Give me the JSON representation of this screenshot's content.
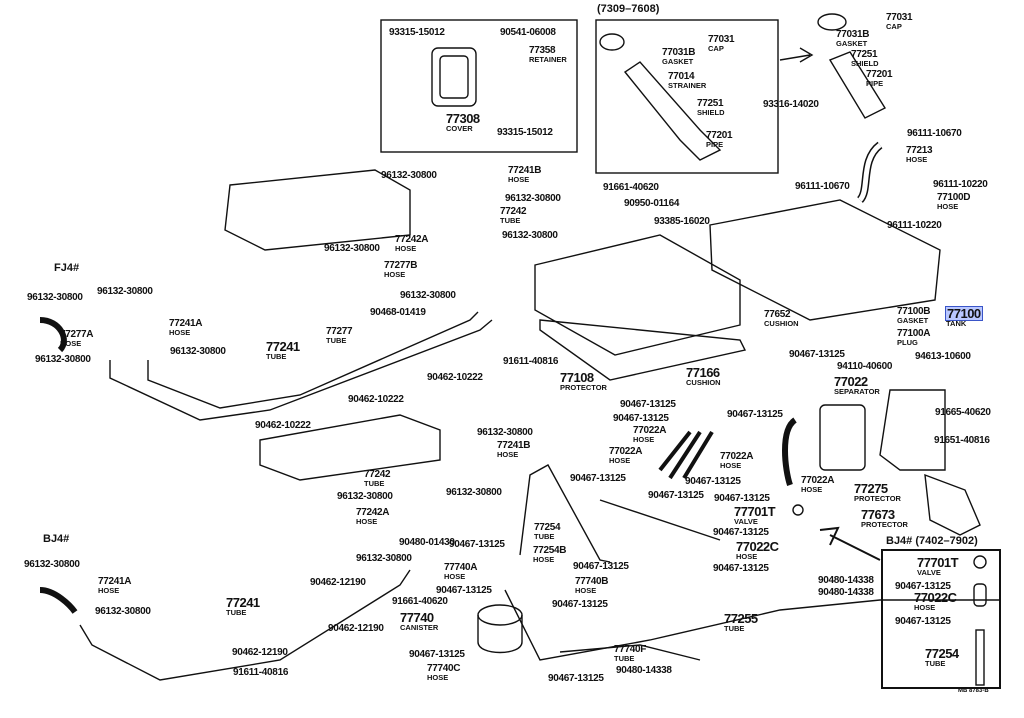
{
  "headers": {
    "variant_top": "(7309–7608)",
    "fj4": "FJ4#",
    "bj4": "BJ4#",
    "bj4_box": "BJ4# (7402–7902)",
    "drawing_code": "MB 8783-B"
  },
  "highlight_color": "#b9c7ff",
  "labels": [
    {
      "num": "93315-15012",
      "name": ""
    },
    {
      "num": "90541-06008",
      "name": ""
    },
    {
      "num": "77358",
      "name": "RETAINER"
    },
    {
      "num": "77308",
      "name": "COVER"
    },
    {
      "num": "93315-15012",
      "name": ""
    },
    {
      "num": "77031",
      "name": "CAP"
    },
    {
      "num": "77031B",
      "name": "GASKET"
    },
    {
      "num": "77014",
      "name": "STRAINER"
    },
    {
      "num": "77251",
      "name": "SHIELD"
    },
    {
      "num": "77201",
      "name": "PIPE"
    },
    {
      "num": "77031",
      "name": "CAP"
    },
    {
      "num": "77031B",
      "name": "GASKET"
    },
    {
      "num": "77251",
      "name": "SHIELD"
    },
    {
      "num": "77201",
      "name": "PIPE"
    },
    {
      "num": "93316-14020",
      "name": ""
    },
    {
      "num": "96111-10670",
      "name": ""
    },
    {
      "num": "77213",
      "name": "HOSE"
    },
    {
      "num": "96111-10670",
      "name": ""
    },
    {
      "num": "96111-10220",
      "name": ""
    },
    {
      "num": "77100D",
      "name": "HOSE"
    },
    {
      "num": "96111-10220",
      "name": ""
    },
    {
      "num": "96132-30800",
      "name": ""
    },
    {
      "num": "77241B",
      "name": "HOSE"
    },
    {
      "num": "96132-30800",
      "name": ""
    },
    {
      "num": "77242",
      "name": "TUBE"
    },
    {
      "num": "96132-30800",
      "name": ""
    },
    {
      "num": "77242A",
      "name": "HOSE"
    },
    {
      "num": "96132-30800",
      "name": ""
    },
    {
      "num": "77277B",
      "name": "HOSE"
    },
    {
      "num": "96132-30800",
      "name": ""
    },
    {
      "num": "90468-01419",
      "name": ""
    },
    {
      "num": "91661-40620",
      "name": ""
    },
    {
      "num": "90950-01164",
      "name": ""
    },
    {
      "num": "93385-16020",
      "name": ""
    },
    {
      "num": "77652",
      "name": "CUSHION"
    },
    {
      "num": "77100B",
      "name": "GASKET"
    },
    {
      "num": "77100",
      "name": "TANK"
    },
    {
      "num": "77100A",
      "name": "PLUG"
    },
    {
      "num": "77108",
      "name": "PROTECTOR"
    },
    {
      "num": "77166",
      "name": "CUSHION"
    },
    {
      "num": "91611-40816",
      "name": ""
    },
    {
      "num": "90462-10222",
      "name": ""
    },
    {
      "num": "90462-10222",
      "name": ""
    },
    {
      "num": "90462-10222",
      "name": ""
    },
    {
      "num": "96132-30800",
      "name": ""
    },
    {
      "num": "96132-30800",
      "name": ""
    },
    {
      "num": "77277A",
      "name": "HOSE"
    },
    {
      "num": "77241A",
      "name": "HOSE"
    },
    {
      "num": "96132-30800",
      "name": ""
    },
    {
      "num": "96132-30800",
      "name": ""
    },
    {
      "num": "77241",
      "name": "TUBE"
    },
    {
      "num": "77277",
      "name": "TUBE"
    },
    {
      "num": "96132-30800",
      "name": ""
    },
    {
      "num": "77241B",
      "name": "HOSE"
    },
    {
      "num": "77242",
      "name": "TUBE"
    },
    {
      "num": "96132-30800",
      "name": ""
    },
    {
      "num": "96132-30800",
      "name": ""
    },
    {
      "num": "77242A",
      "name": "HOSE"
    },
    {
      "num": "90480-01430",
      "name": ""
    },
    {
      "num": "96132-30800",
      "name": ""
    },
    {
      "num": "90462-12190",
      "name": ""
    },
    {
      "num": "96132-30800",
      "name": ""
    },
    {
      "num": "77241A",
      "name": "HOSE"
    },
    {
      "num": "96132-30800",
      "name": ""
    },
    {
      "num": "77241",
      "name": "TUBE"
    },
    {
      "num": "90462-12190",
      "name": ""
    },
    {
      "num": "90462-12190",
      "name": ""
    },
    {
      "num": "91611-40816",
      "name": ""
    },
    {
      "num": "77254",
      "name": "TUBE"
    },
    {
      "num": "77254B",
      "name": "HOSE"
    },
    {
      "num": "90467-13125",
      "name": ""
    },
    {
      "num": "77740A",
      "name": "HOSE"
    },
    {
      "num": "90467-13125",
      "name": ""
    },
    {
      "num": "77740B",
      "name": "HOSE"
    },
    {
      "num": "90467-13125",
      "name": ""
    },
    {
      "num": "91661-40620",
      "name": ""
    },
    {
      "num": "90467-13125",
      "name": ""
    },
    {
      "num": "77740",
      "name": "CANISTER"
    },
    {
      "num": "90467-13125",
      "name": ""
    },
    {
      "num": "77740F",
      "name": "TUBE"
    },
    {
      "num": "77740C",
      "name": "HOSE"
    },
    {
      "num": "90480-14338",
      "name": ""
    },
    {
      "num": "90467-13125",
      "name": ""
    },
    {
      "num": "90467-13125",
      "name": ""
    },
    {
      "num": "94613-10600",
      "name": ""
    },
    {
      "num": "94110-40600",
      "name": ""
    },
    {
      "num": "77022",
      "name": "SEPARATOR"
    },
    {
      "num": "91665-40620",
      "name": ""
    },
    {
      "num": "91651-40816",
      "name": ""
    },
    {
      "num": "90467-13125",
      "name": ""
    },
    {
      "num": "90467-13125",
      "name": ""
    },
    {
      "num": "90467-13125",
      "name": ""
    },
    {
      "num": "77022A",
      "name": "HOSE"
    },
    {
      "num": "77022A",
      "name": "HOSE"
    },
    {
      "num": "77022A",
      "name": "HOSE"
    },
    {
      "num": "90467-13125",
      "name": ""
    },
    {
      "num": "90467-13125",
      "name": ""
    },
    {
      "num": "90467-13125",
      "name": ""
    },
    {
      "num": "77022A",
      "name": "HOSE"
    },
    {
      "num": "77275",
      "name": "PROTECTOR"
    },
    {
      "num": "90467-13125",
      "name": ""
    },
    {
      "num": "77701T",
      "name": "VALVE"
    },
    {
      "num": "77673",
      "name": "PROTECTOR"
    },
    {
      "num": "90467-13125",
      "name": ""
    },
    {
      "num": "77022C",
      "name": "HOSE"
    },
    {
      "num": "90467-13125",
      "name": ""
    },
    {
      "num": "90480-14338",
      "name": ""
    },
    {
      "num": "90480-14338",
      "name": ""
    },
    {
      "num": "77255",
      "name": "TUBE"
    },
    {
      "num": "77701T",
      "name": "VALVE"
    },
    {
      "num": "90467-13125",
      "name": ""
    },
    {
      "num": "77022C",
      "name": "HOSE"
    },
    {
      "num": "90467-13125",
      "name": ""
    },
    {
      "num": "77254",
      "name": "TUBE"
    }
  ]
}
